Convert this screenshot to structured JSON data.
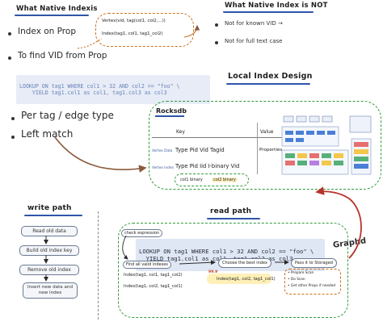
{
  "top_left": {
    "title": "What Native Indexis",
    "b1": "Index on Prop",
    "b2": "To find VID from Prop",
    "code1": "Vertex(vid, tag(col1, col2,...))",
    "code2": "Index(tag1, col1, tag1_col2)"
  },
  "top_right": {
    "title": "What Native Index is NOT",
    "b1": "Not for known VID →",
    "b2": "Not for full text case"
  },
  "query1": {
    "line1": "LOOKUP ON tag1 WHERE col1 > 32 AND col2 == \"foo\" \\",
    "line2": "    YIELD tag1.col1 as col1, tag1.col3 as col3"
  },
  "local_design": {
    "title": "Local Index Design",
    "b1": "Per tag / edge type",
    "b2": "Left match",
    "rocksdb": "Rocksdb",
    "key_hdr": "Key",
    "value_hdr": "Value",
    "row1_tag": "Vertex Data",
    "row1": "Type Pid Vid Tagid",
    "row1_val": "Properties",
    "row2_tag": "Vertex Index",
    "row2": "Type Pid Iid I-binary Vid",
    "row3_a": "col1 binary",
    "row3_b": "col2 binary"
  },
  "write_path": {
    "title": "write path",
    "s1": "Read old data",
    "s2": "Build old index key",
    "s3": "Remove old index",
    "s4": "Insert new data and new index"
  },
  "read_path": {
    "title": "read path",
    "check": "check expression",
    "q1": "LOOKUP ON tag1 WHERE col1 > 32 AND col2 == \"foo\" \\",
    "q2": "  YIELD tag1.col1 as col1, tag1.col3 as col3",
    "find": "Find all valid indexes",
    "idx1": "Index(tag1, col1, tag1_col2)",
    "idx2": "Index(tag1, col2, tag1_col1)",
    "choose": "Choose the best index",
    "best": "Index(tag1, col2, tag1_col1)",
    "score": "99.9",
    "pass": "Pass it to Storaged",
    "p1": "Prepare Scan",
    "p2": "Do Scan",
    "p3": "Get other Props if needed",
    "graphd": "Graphd"
  },
  "colors": {
    "underline": "#2e55a8",
    "green": "#2f9a3a",
    "orange": "#c9701f",
    "brown_arrow": "#8a5a3a",
    "red_arrow": "#b8322a"
  }
}
